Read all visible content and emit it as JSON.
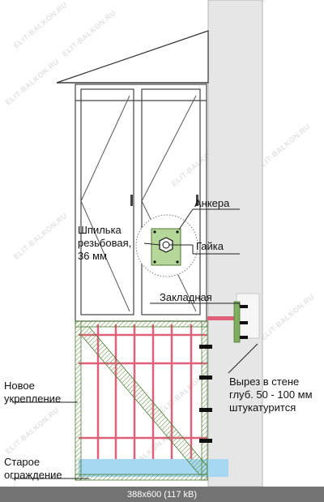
{
  "labels": {
    "ankera": "Анкера",
    "shpilka_1": "Шпилька",
    "shpilka_2": "резьбовая,",
    "shpilka_3": "36 мм",
    "gaika": "Гайка",
    "zakladnaya": "Закладная",
    "novoe_1": "Новое",
    "novoe_2": "укрепление",
    "vyrez_1": "Вырез в стене",
    "vyrez_2": "глуб. 50 - 100 мм",
    "vyrez_3": "штукатурится",
    "staroe_1": "Старое",
    "staroe_2": "ограждение"
  },
  "watermark": "ELIT-BALKON.RU",
  "footer": "388x600 (117 kB)",
  "colors": {
    "frame_green": "#7fae5e",
    "railing_red": "#e0607a",
    "wall_gray": "#e6e6e6",
    "plate_green": "#b5d79a",
    "slab_blue": "#a6d8f2"
  }
}
